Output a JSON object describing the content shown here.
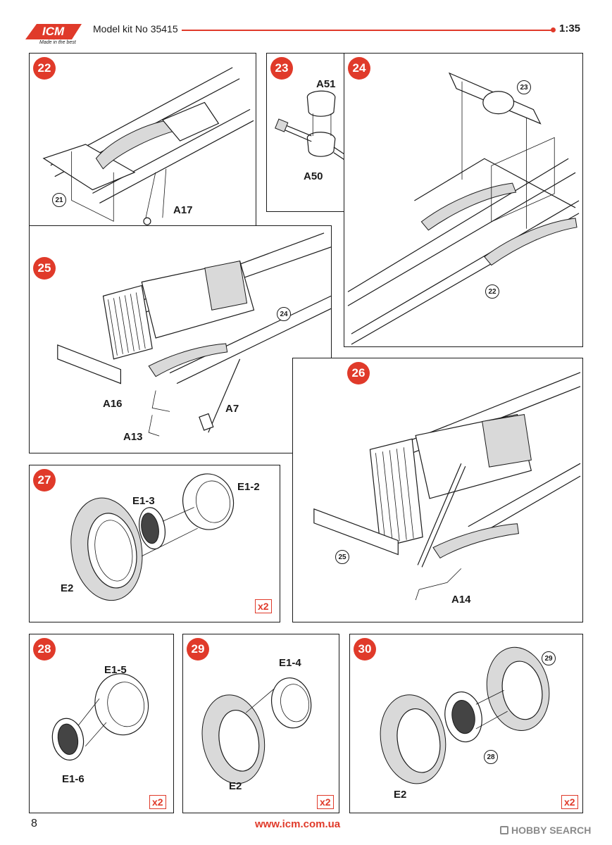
{
  "header": {
    "logo_text": "ICM",
    "logo_tagline": "Made in the best",
    "kit": "Model kit No 35415",
    "scale": "1:35"
  },
  "footer": {
    "page_number": "8",
    "website": "www.icm.com.ua",
    "watermark": "HOBBY SEARCH"
  },
  "colors": {
    "accent": "#e03a2a",
    "line": "#1a1a1a"
  },
  "steps": [
    {
      "number": "22",
      "refs": [
        "21"
      ],
      "parts": [
        "A17"
      ]
    },
    {
      "number": "23",
      "refs": [],
      "parts": [
        "A51",
        "A50"
      ]
    },
    {
      "number": "24",
      "refs": [
        "23",
        "22"
      ],
      "parts": []
    },
    {
      "number": "25",
      "refs": [
        "24"
      ],
      "parts": [
        "A16",
        "A7",
        "A13"
      ]
    },
    {
      "number": "26",
      "refs": [
        "25"
      ],
      "parts": [
        "A14"
      ]
    },
    {
      "number": "27",
      "refs": [],
      "parts": [
        "E1-2",
        "E1-3",
        "E2"
      ],
      "multiplier": "x2"
    },
    {
      "number": "28",
      "refs": [],
      "parts": [
        "E1-5",
        "E1-6"
      ],
      "multiplier": "x2"
    },
    {
      "number": "29",
      "refs": [],
      "parts": [
        "E1-4",
        "E2"
      ],
      "multiplier": "x2"
    },
    {
      "number": "30",
      "refs": [
        "29",
        "28"
      ],
      "parts": [
        "E2"
      ],
      "multiplier": "x2"
    }
  ]
}
